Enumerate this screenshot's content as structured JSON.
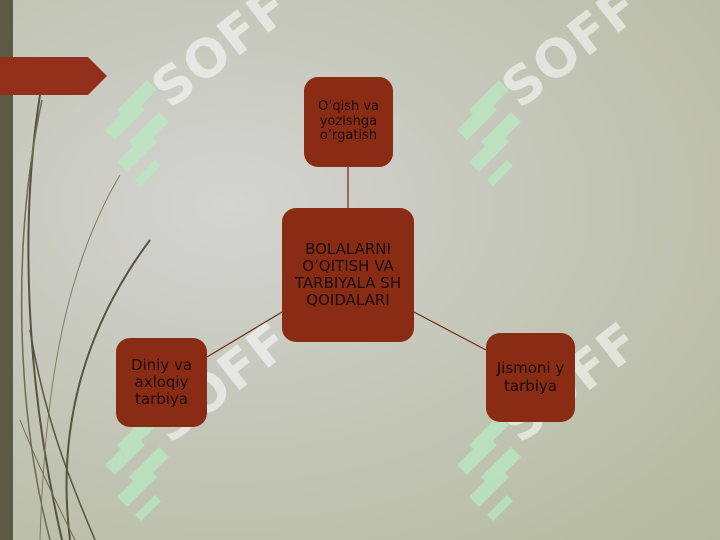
{
  "background": {
    "accent": "#93301c",
    "bar": "#5b5a44",
    "node_color": "#8a2c14"
  },
  "watermark": {
    "text": "SOFF",
    "icon": "leaf-logo-icon"
  },
  "diagram": {
    "center": {
      "label": "BOLALARNI O’QITISH VA TARBIYALA SH QOIDALARI"
    },
    "top": {
      "label": "O’qish va yozishga o’rgatish"
    },
    "left": {
      "label": "Diniy va axloqiy tarbiya"
    },
    "right": {
      "label": "Jismoni y tarbiya"
    }
  }
}
